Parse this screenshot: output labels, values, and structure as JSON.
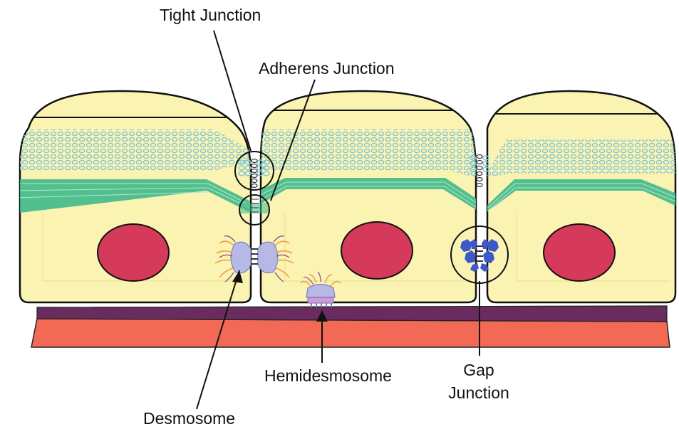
{
  "labels": {
    "tight_junction": "Tight Junction",
    "adherens_junction": "Adherens Junction",
    "desmosome": "Desmosome",
    "hemidesmosome": "Hemidesmosome",
    "gap_junction_line1": "Gap",
    "gap_junction_line2": "Junction"
  },
  "colors": {
    "cytoplasm": "#fbf3b2",
    "cell_outline": "#111111",
    "nucleus": "#d63a5a",
    "actin_band": "#3fb98a",
    "vesicle_dots": "#7fc6d6",
    "basement_membrane": "#6a2c5e",
    "connective_tissue": "#f26a55",
    "desmosome_plaque": "#b6b9e6",
    "gap_connexon": "#3d59c9",
    "filament_orange": "#f0a040",
    "filament_purple": "#8a4a9a"
  }
}
